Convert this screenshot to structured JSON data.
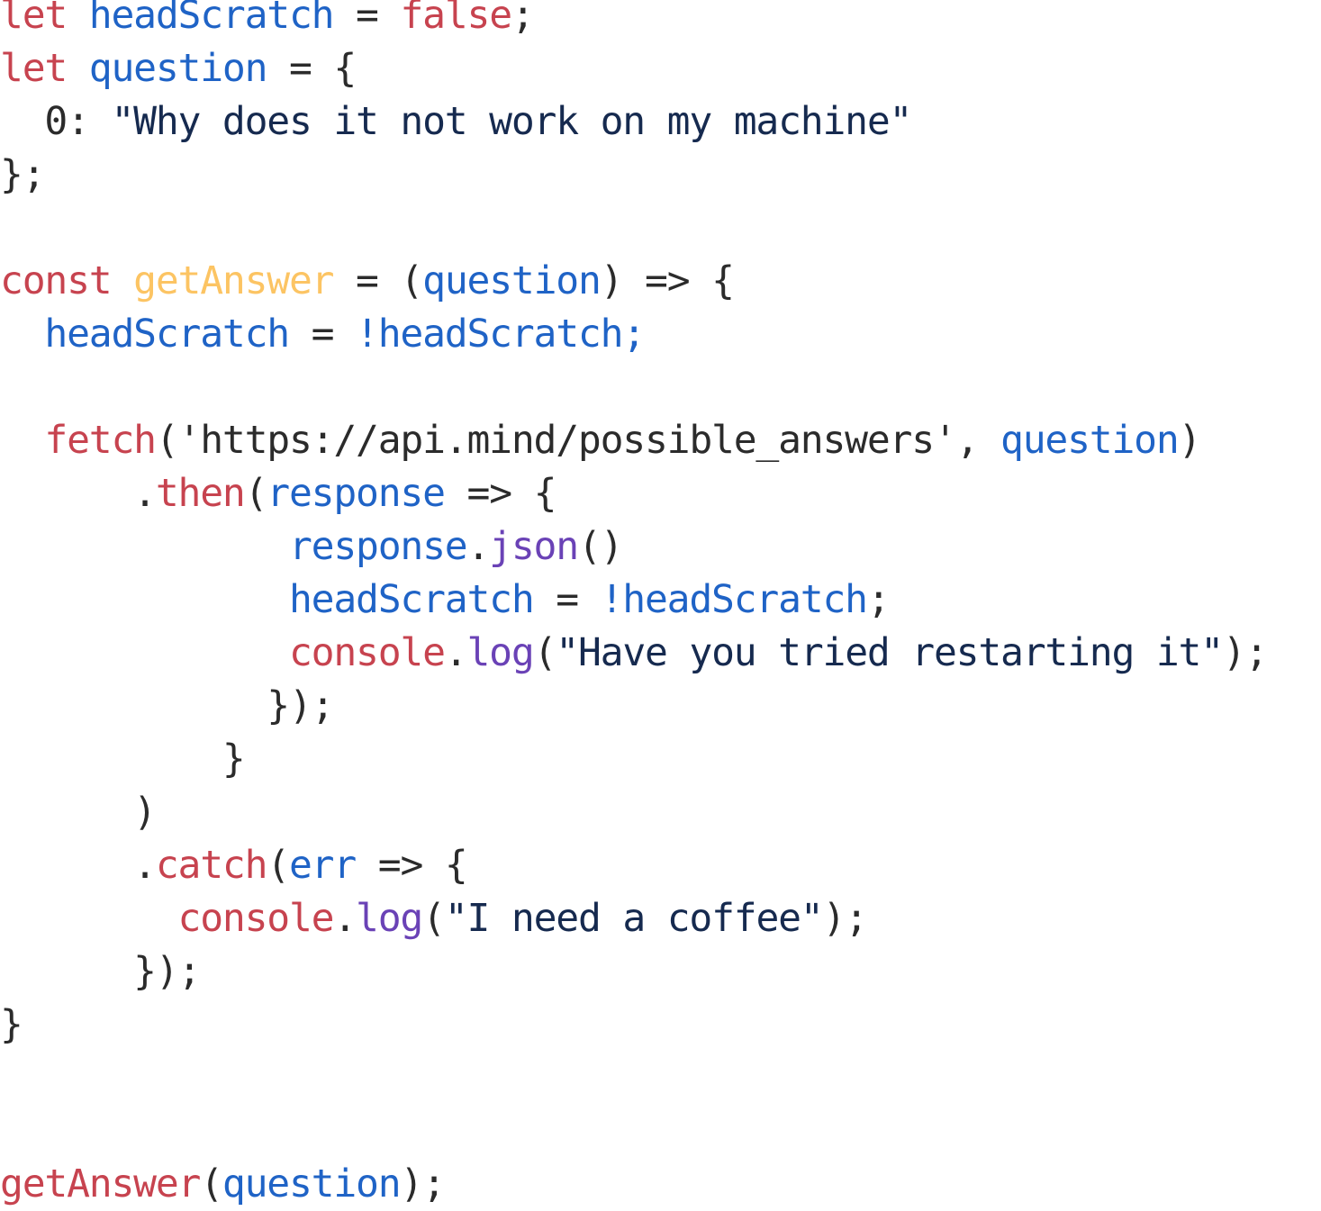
{
  "colors": {
    "keyword": "#c7434f",
    "variable": "#1f63c6",
    "function_name": "#fcc463",
    "method": "#6a42b6",
    "string": "#162a4f",
    "punctuation": "#2b2b2b"
  },
  "code_lines": [
    [
      {
        "t": "let",
        "k": "keyword"
      },
      {
        "t": " ",
        "k": "punctuation"
      },
      {
        "t": "headScratch",
        "k": "variable"
      },
      {
        "t": " = ",
        "k": "punctuation"
      },
      {
        "t": "false",
        "k": "keyword"
      },
      {
        "t": ";",
        "k": "punctuation"
      }
    ],
    [
      {
        "t": "let",
        "k": "keyword"
      },
      {
        "t": " ",
        "k": "punctuation"
      },
      {
        "t": "question",
        "k": "variable"
      },
      {
        "t": " = {",
        "k": "punctuation"
      }
    ],
    [
      {
        "t": "  0: ",
        "k": "punctuation"
      },
      {
        "t": "\"Why does it not work on my machine\"",
        "k": "string"
      }
    ],
    [
      {
        "t": "};",
        "k": "punctuation"
      }
    ],
    [],
    [
      {
        "t": "const",
        "k": "keyword"
      },
      {
        "t": " ",
        "k": "punctuation"
      },
      {
        "t": "getAnswer",
        "k": "function_name"
      },
      {
        "t": " = (",
        "k": "punctuation"
      },
      {
        "t": "question",
        "k": "variable"
      },
      {
        "t": ") => {",
        "k": "punctuation"
      }
    ],
    [
      {
        "t": "  ",
        "k": "punctuation"
      },
      {
        "t": "headScratch",
        "k": "variable"
      },
      {
        "t": " = ",
        "k": "punctuation"
      },
      {
        "t": "!headScratch;",
        "k": "variable"
      }
    ],
    [],
    [
      {
        "t": "  ",
        "k": "punctuation"
      },
      {
        "t": "fetch",
        "k": "keyword"
      },
      {
        "t": "('https://api.mind/possible_answers', ",
        "k": "punctuation"
      },
      {
        "t": "question",
        "k": "variable"
      },
      {
        "t": ")",
        "k": "punctuation"
      }
    ],
    [
      {
        "t": "      .",
        "k": "punctuation"
      },
      {
        "t": "then",
        "k": "keyword"
      },
      {
        "t": "(",
        "k": "punctuation"
      },
      {
        "t": "response",
        "k": "variable"
      },
      {
        "t": " => {",
        "k": "punctuation"
      }
    ],
    [
      {
        "t": "             ",
        "k": "punctuation"
      },
      {
        "t": "response",
        "k": "variable"
      },
      {
        "t": ".",
        "k": "punctuation"
      },
      {
        "t": "json",
        "k": "method"
      },
      {
        "t": "()",
        "k": "punctuation"
      }
    ],
    [
      {
        "t": "             ",
        "k": "punctuation"
      },
      {
        "t": "headScratch",
        "k": "variable"
      },
      {
        "t": " = ",
        "k": "punctuation"
      },
      {
        "t": "!headScratch",
        "k": "variable"
      },
      {
        "t": ";",
        "k": "punctuation"
      }
    ],
    [
      {
        "t": "             ",
        "k": "punctuation"
      },
      {
        "t": "console",
        "k": "keyword"
      },
      {
        "t": ".",
        "k": "punctuation"
      },
      {
        "t": "log",
        "k": "method"
      },
      {
        "t": "(",
        "k": "punctuation"
      },
      {
        "t": "\"Have you tried restarting it\"",
        "k": "string"
      },
      {
        "t": ");",
        "k": "punctuation"
      }
    ],
    [
      {
        "t": "            });",
        "k": "punctuation"
      }
    ],
    [
      {
        "t": "          }",
        "k": "punctuation"
      }
    ],
    [
      {
        "t": "      )",
        "k": "punctuation"
      }
    ],
    [
      {
        "t": "      .",
        "k": "punctuation"
      },
      {
        "t": "catch",
        "k": "keyword"
      },
      {
        "t": "(",
        "k": "punctuation"
      },
      {
        "t": "err",
        "k": "variable"
      },
      {
        "t": " => {",
        "k": "punctuation"
      }
    ],
    [
      {
        "t": "        ",
        "k": "punctuation"
      },
      {
        "t": "console",
        "k": "keyword"
      },
      {
        "t": ".",
        "k": "punctuation"
      },
      {
        "t": "log",
        "k": "method"
      },
      {
        "t": "(",
        "k": "punctuation"
      },
      {
        "t": "\"I need a coffee\"",
        "k": "string"
      },
      {
        "t": ");",
        "k": "punctuation"
      }
    ],
    [
      {
        "t": "      });",
        "k": "punctuation"
      }
    ],
    [
      {
        "t": "}",
        "k": "punctuation"
      }
    ],
    [],
    [],
    [
      {
        "t": "getAnswer",
        "k": "keyword"
      },
      {
        "t": "(",
        "k": "punctuation"
      },
      {
        "t": "question",
        "k": "variable"
      },
      {
        "t": ");",
        "k": "punctuation"
      }
    ]
  ]
}
